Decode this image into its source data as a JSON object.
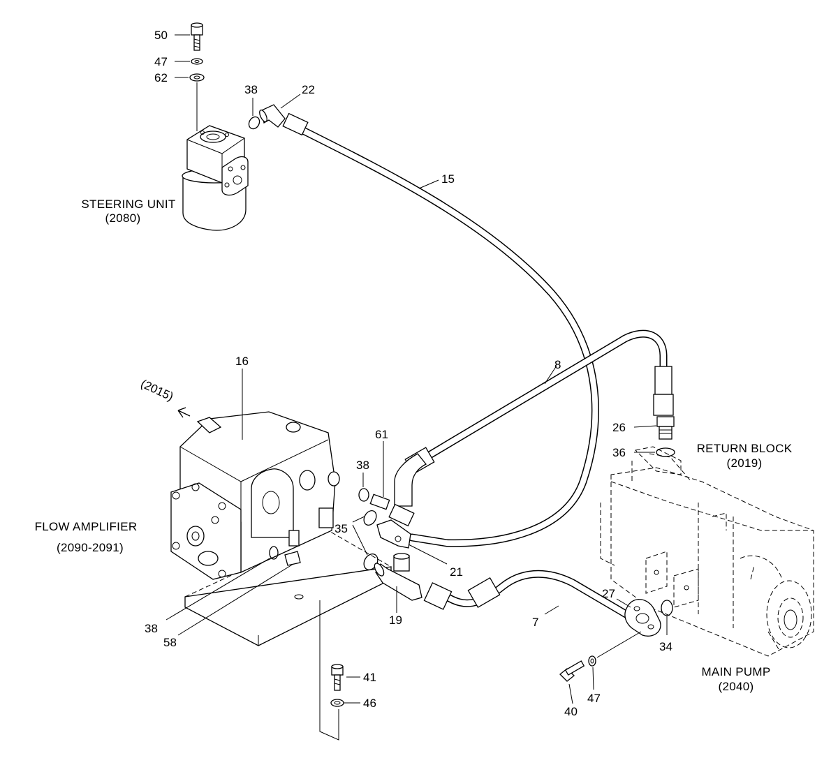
{
  "components": {
    "steering_unit": {
      "name": "STEERING UNIT",
      "ref": "(2080)"
    },
    "flow_amplifier": {
      "name": "FLOW AMPLIFIER",
      "ref": "(2090-2091)"
    },
    "return_block": {
      "name": "RETURN BLOCK",
      "ref": "(2019)"
    },
    "main_pump": {
      "name": "MAIN PUMP",
      "ref": "(2040)"
    },
    "arrow_ref": "(2015)"
  },
  "callouts": {
    "c50": "50",
    "c47a": "47",
    "c62": "62",
    "c38a": "38",
    "c22": "22",
    "c15": "15",
    "c8": "8",
    "c16": "16",
    "c26": "26",
    "c36": "36",
    "c61": "61",
    "c38b": "38",
    "c35": "35",
    "c21": "21",
    "c19": "19",
    "c7": "7",
    "c27": "27",
    "c34": "34",
    "c38c": "38",
    "c58": "58",
    "c41": "41",
    "c46": "46",
    "c40": "40",
    "c47b": "47"
  }
}
